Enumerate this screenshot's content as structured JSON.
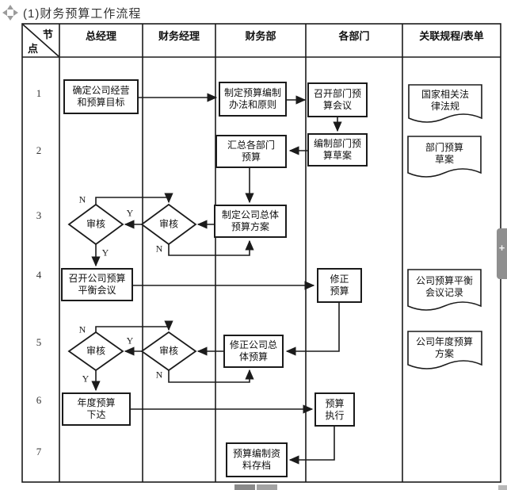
{
  "title": "(1)财务预算工作流程",
  "header": {
    "node_top": "节",
    "node_bottom": "点",
    "columns": [
      "总经理",
      "财务经理",
      "财务部",
      "各部门",
      "关联规程/表单"
    ]
  },
  "node_numbers": [
    "1",
    "2",
    "3",
    "4",
    "5",
    "6",
    "7"
  ],
  "labels": {
    "yes": "Y",
    "no": "N",
    "review": "审核"
  },
  "boxes": {
    "b1": "确定公司经营\n和预算目标",
    "b2": "制定预算编制\n办法和原则",
    "b3": "召开部门预\n算会议",
    "b4": "汇总各部门\n预算",
    "b5": "编制部门预\n算草案",
    "b6": "制定公司总体\n预算方案",
    "b7": "召开公司预算\n平衡会议",
    "b8": "修正\n预算",
    "b9": "修正公司总\n体预算",
    "b10": "年度预算\n下达",
    "b11": "预算\n执行",
    "b12": "预算编制资\n料存档"
  },
  "documents": {
    "d1": "国家相关法\n律法规",
    "d2": "部门预算\n草案",
    "d3": "公司预算平衡\n会议记录",
    "d4": "公司年度预算\n方案"
  },
  "side_widget": {
    "plus": "+"
  },
  "colors": {
    "line": "#1b1b1b",
    "icon_gray": "#9b9b9b"
  }
}
